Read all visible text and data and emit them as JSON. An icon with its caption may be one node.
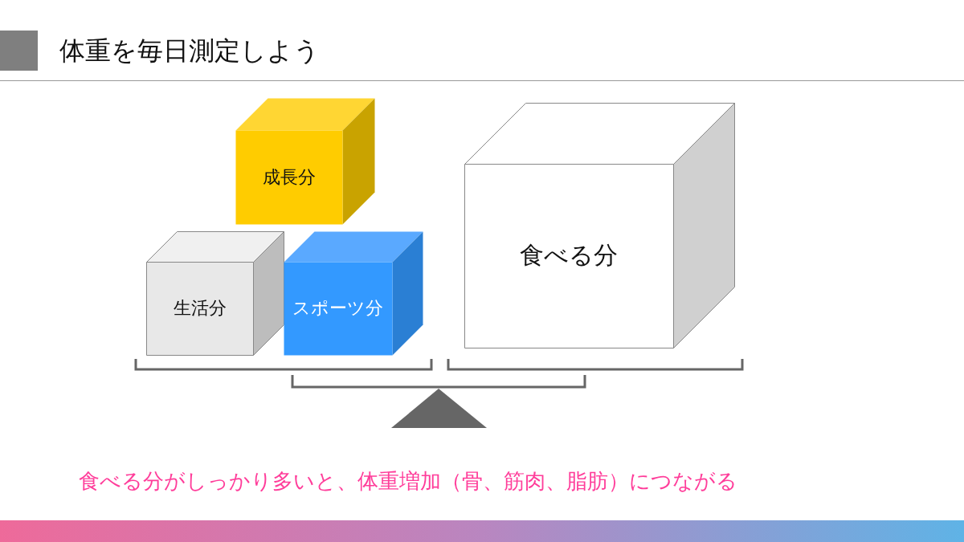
{
  "diagram": {
    "title": "体重を毎日測定しよう",
    "nodes": [
      {
        "text": [
          "成長分"
        ]
      },
      {
        "text": [
          "生活分"
        ]
      },
      {
        "text": [
          "スポーツ分"
        ]
      },
      {
        "text": [
          "食べる分"
        ]
      }
    ],
    "caption": "食べる分がしっかり多いと、体重増加（骨、筋肉、脂肪）につながる"
  }
}
